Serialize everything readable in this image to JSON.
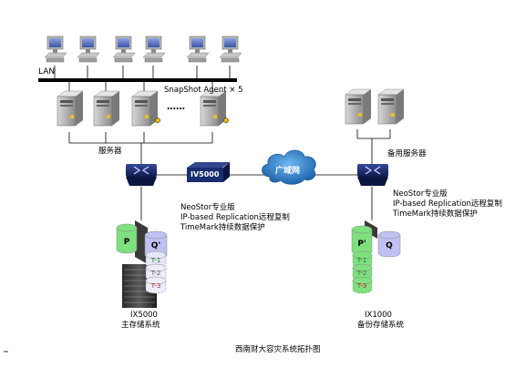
{
  "lan_label": "LAN",
  "snapshot_agent": "SnapShot Agent × 5",
  "dots": "……",
  "servers_label": "服务器",
  "backup_servers_label": "备用服务器",
  "wan_label": "广域网",
  "iv5000_label": "IV5000",
  "primary_features": [
    "NeoStor专业版",
    "IP-based Replication远程复制",
    "TimeMark持续数据保护"
  ],
  "backup_features": [
    "NeoStor专业版",
    "IP-based Replication远程复制",
    "TimeMark持续数据保护"
  ],
  "primary_storage": {
    "model": "IX5000",
    "name": "主存储系统",
    "volumes": [
      "P",
      "Q'"
    ],
    "timemarks": [
      "T-1",
      "T-2",
      "T-3"
    ]
  },
  "backup_storage": {
    "model": "IX1000",
    "name": "备份存储系统",
    "volumes": [
      "P'",
      "Q"
    ],
    "timemarks": [
      "T-1",
      "T-2",
      "T-3"
    ]
  },
  "caption": "西南财大容灾系统拓扑图",
  "colors": {
    "green_volume": "#7fe07f",
    "purple_volume": "#c0c0f2",
    "router": "#1a2d6e",
    "wan_cloud": "#2d7bc7"
  }
}
